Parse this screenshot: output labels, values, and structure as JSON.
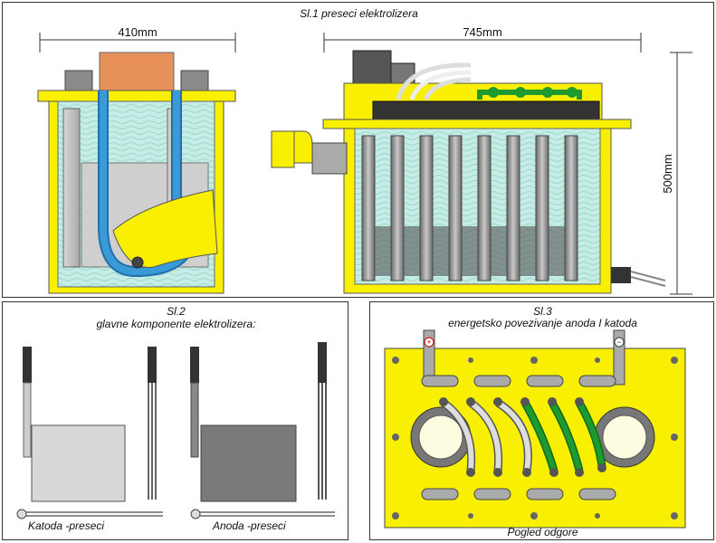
{
  "fig1": {
    "title": "Sl.1 preseci elektrolizera",
    "dim_width_left": "410mm",
    "dim_width_right": "745mm",
    "dim_height": "500mm"
  },
  "fig2": {
    "title": "Sl.2",
    "subtitle": "glavne komponente elektrolizera:",
    "cathode_label": "Katoda -preseci",
    "anode_label": "Anoda -preseci"
  },
  "fig3": {
    "title": "Sl.3",
    "subtitle": "energetsko povezivanje anoda I katoda",
    "caption": "Pogled odgore"
  },
  "colors": {
    "yellow": "#f8f000",
    "water": "#b8e8e0",
    "blue": "#2a8ac8",
    "green": "#1e9a30",
    "orange": "#e8905a",
    "cathode_plate": "#d8d8d8",
    "anode_plate": "#7a7a7a"
  }
}
